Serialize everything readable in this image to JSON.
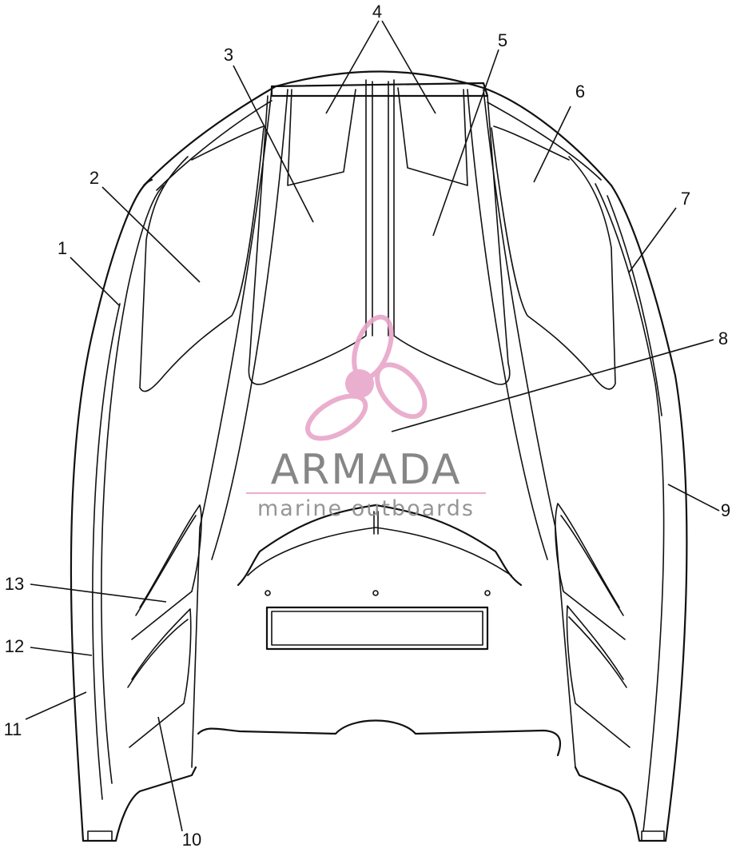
{
  "callouts": [
    "1",
    "2",
    "3",
    "4",
    "5",
    "6",
    "7",
    "8",
    "9",
    "10",
    "11",
    "12",
    "13"
  ],
  "watermark": {
    "brand": "ARMADA",
    "tagline": "marine outboards",
    "logo_icon": "propeller-logo-icon",
    "brand_color": "#7a7a7a",
    "accent_color": "#e8a6c9"
  }
}
